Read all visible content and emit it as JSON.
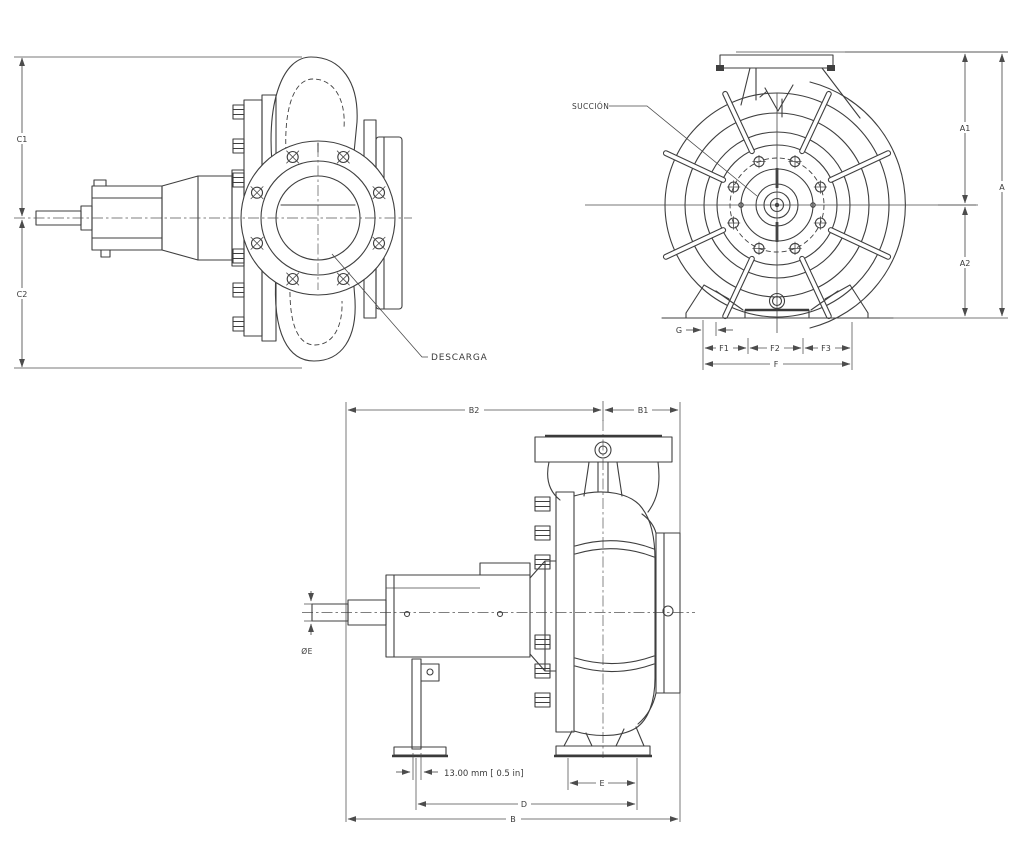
{
  "views": {
    "top": {
      "c1": "C1",
      "c2": "C2",
      "descarga": "DESCARGA"
    },
    "front": {
      "succion": "SUCCIÓN",
      "a1": "A1",
      "a2": "A2",
      "a": "A",
      "g": "G",
      "f1": "F1",
      "f2": "F2",
      "f3": "F3",
      "f": "F"
    },
    "side": {
      "b2": "B2",
      "b1": "B1",
      "shaft_dia": "ØE",
      "note": "13.00 mm [  0.5 in]",
      "e": "E",
      "d": "D",
      "b": "B"
    }
  },
  "colors": {
    "line": "#3f3f3f",
    "dimension": "#4c4c4c",
    "text": "#3a3a3a",
    "background": "#ffffff"
  }
}
